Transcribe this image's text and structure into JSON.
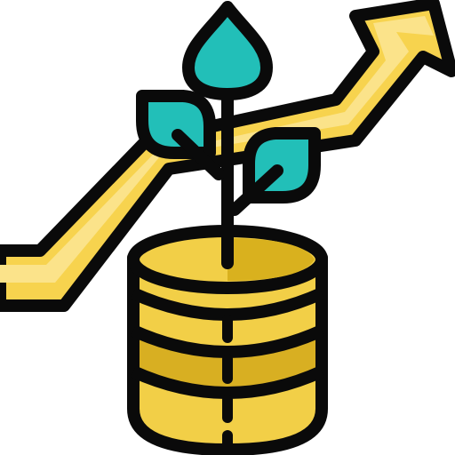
{
  "icon": {
    "name": "growth-investment-icon",
    "parts": [
      "rising-arrow",
      "coin-stack",
      "sprout"
    ]
  },
  "colors": {
    "outline": "#0a0a0a",
    "arrow": "#f7d34e",
    "arrow_highlight": "#fbe38a",
    "coin": "#f2cf47",
    "coin_dark": "#d8af22",
    "coin_top_shade": "#d9b11e",
    "leaf": "#22bfb8",
    "background": "#ffffff"
  }
}
